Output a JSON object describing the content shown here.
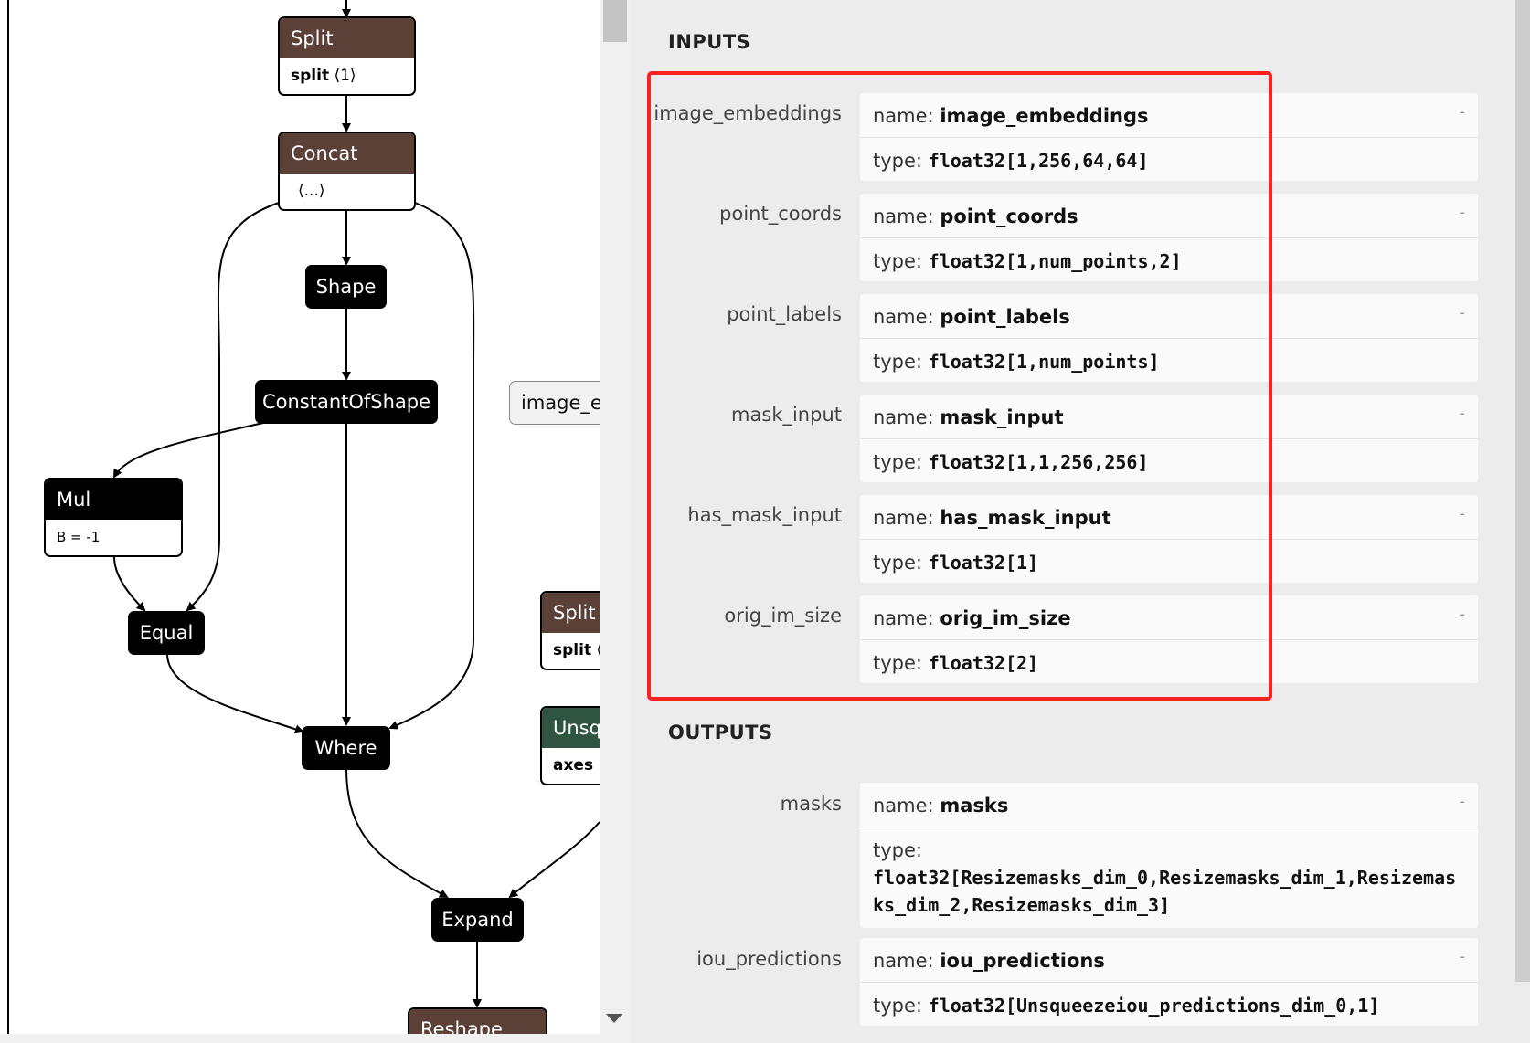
{
  "graph": {
    "nodes": {
      "split_top": {
        "title": "Split",
        "attr_name": "split",
        "attr_value": "⟨1⟩"
      },
      "concat": {
        "title": "Concat",
        "attr_value": "⟨...⟩"
      },
      "shape": {
        "title": "Shape"
      },
      "constant_of_shape": {
        "title": "ConstantOfShape"
      },
      "mul": {
        "title": "Mul",
        "attr_value": "B = -1"
      },
      "equal": {
        "title": "Equal"
      },
      "where": {
        "title": "Where"
      },
      "expand": {
        "title": "Expand"
      },
      "reshape": {
        "title": "Reshape"
      },
      "image_input": {
        "title": "image_er"
      },
      "split_right": {
        "title": "Split",
        "attr_name": "split",
        "attr_value": "⟨"
      },
      "unsqueeze": {
        "title": "Unsq",
        "attr_name": "axes",
        "attr_value": "⟨"
      }
    }
  },
  "panel": {
    "inputs_title": "INPUTS",
    "outputs_title": "OUTPUTS",
    "name_prefix": "name:",
    "type_prefix": "type:",
    "expand_symbol": "-",
    "inputs": [
      {
        "label": "image_embeddings",
        "name": "image_embeddings",
        "type": "float32[1,256,64,64]"
      },
      {
        "label": "point_coords",
        "name": "point_coords",
        "type": "float32[1,num_points,2]"
      },
      {
        "label": "point_labels",
        "name": "point_labels",
        "type": "float32[1,num_points]"
      },
      {
        "label": "mask_input",
        "name": "mask_input",
        "type": "float32[1,1,256,256]"
      },
      {
        "label": "has_mask_input",
        "name": "has_mask_input",
        "type": "float32[1]"
      },
      {
        "label": "orig_im_size",
        "name": "orig_im_size",
        "type": "float32[2]"
      }
    ],
    "outputs": [
      {
        "label": "masks",
        "name": "masks",
        "type": "float32[Resizemasks_dim_0,Resizemasks_dim_1,Resizemasks_dim_2,Resizemasks_dim_3]"
      },
      {
        "label": "iou_predictions",
        "name": "iou_predictions",
        "type": "float32[Unsqueezeiou_predictions_dim_0,1]"
      }
    ]
  },
  "colors": {
    "highlight": "#ff2020",
    "node_brown": "#5b4038",
    "node_green": "#2f5440",
    "panel_bg": "#ececec"
  }
}
